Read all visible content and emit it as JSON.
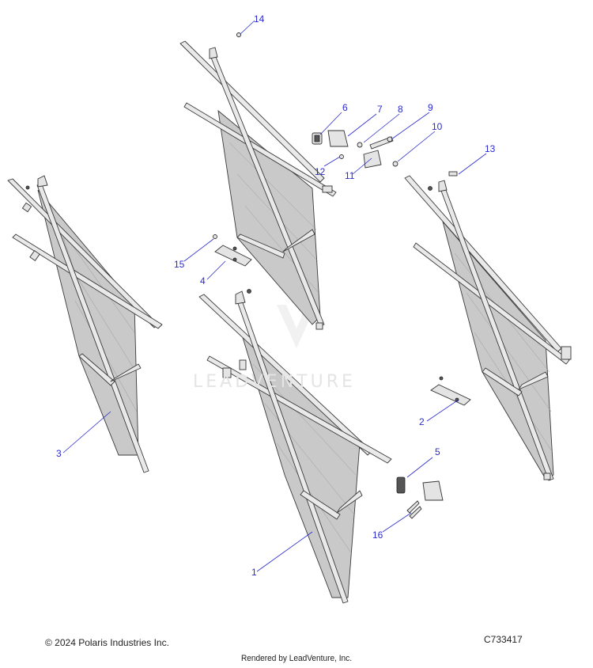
{
  "diagram": {
    "callouts": [
      "1",
      "2",
      "3",
      "4",
      "5",
      "6",
      "7",
      "8",
      "9",
      "10",
      "11",
      "12",
      "13",
      "14",
      "15",
      "16"
    ],
    "watermark": "LEADVENTURE"
  },
  "footer": {
    "copyright": "© 2024 Polaris Industries Inc.",
    "diagram_id": "C733417",
    "rendered_by": "Rendered by LeadVenture, Inc."
  }
}
